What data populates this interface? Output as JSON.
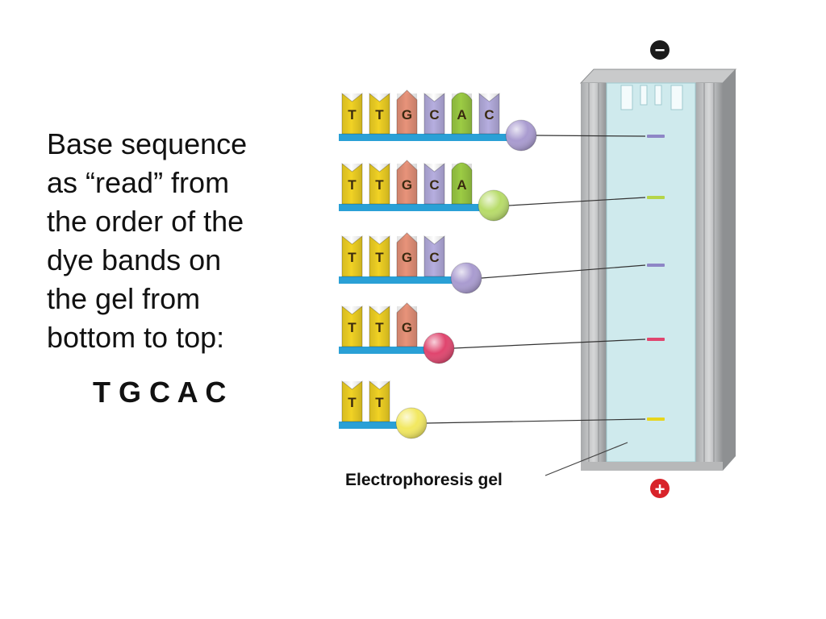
{
  "caption_lines": [
    "Base sequence",
    "as “read” from",
    "the order of the",
    "dye bands on",
    "the gel from",
    "bottom to top:"
  ],
  "sequence": "T G C A C",
  "gel_label": "Electrophoresis gel",
  "fragments": [
    {
      "bases": [
        "T",
        "T",
        "G",
        "C",
        "A",
        "C"
      ],
      "dye": "#a99bd0"
    },
    {
      "bases": [
        "T",
        "T",
        "G",
        "C",
        "A"
      ],
      "dye": "#b8dc6a"
    },
    {
      "bases": [
        "T",
        "T",
        "G",
        "C"
      ],
      "dye": "#a99bd0"
    },
    {
      "bases": [
        "T",
        "T",
        "G"
      ],
      "dye": "#e0456e"
    },
    {
      "bases": [
        "T",
        "T"
      ],
      "dye": "#f2e860"
    }
  ],
  "base_colors": {
    "T": "#f2d324",
    "G": "#e8937a",
    "C": "#b6aee0",
    "A": "#9ccc44"
  },
  "electrodes": {
    "negative": "−",
    "positive": "+"
  }
}
